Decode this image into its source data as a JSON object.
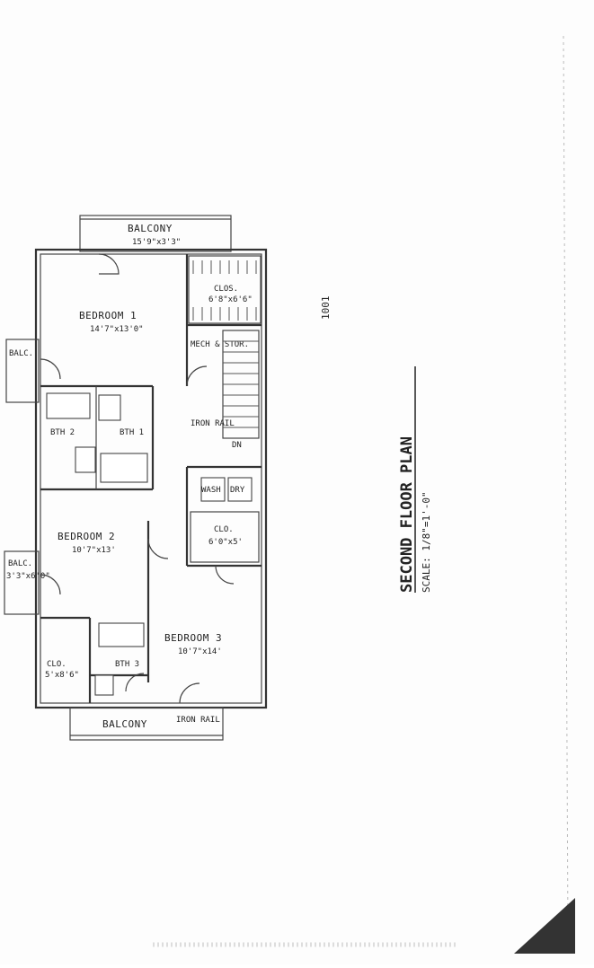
{
  "plan": {
    "title": "SECOND FLOOR PLAN",
    "scale": "SCALE: 1/8\"=1'-0\"",
    "handwritten_note": "1001"
  },
  "rooms": {
    "balcony_top": {
      "name": "BALCONY",
      "size": "15'9\"x3'3\""
    },
    "bedroom1": {
      "name": "BEDROOM 1",
      "size": "14'7\"x13'0\""
    },
    "closet1": {
      "name": "CLOS.",
      "size": "6'8\"x6'6\""
    },
    "mech": {
      "name": "MECH & STOR."
    },
    "balc_left_top": {
      "name": "BALC."
    },
    "bath1": {
      "name": "BTH 1"
    },
    "bath2": {
      "name": "BTH 2"
    },
    "iron_rail_stair": {
      "name": "IRON RAIL"
    },
    "dn": {
      "name": "DN"
    },
    "wash": {
      "name": "WASH"
    },
    "dry": {
      "name": "DRY"
    },
    "closet_mid": {
      "name": "CLO.",
      "size": "6'0\"x5'"
    },
    "bedroom2": {
      "name": "BEDROOM 2",
      "size": "10'7\"x13'"
    },
    "balc_left_bottom": {
      "name": "BALC.",
      "size": "3'3\"x6'0\""
    },
    "bedroom3": {
      "name": "BEDROOM 3",
      "size": "10'7\"x14'"
    },
    "closet_bottom": {
      "name": "CLO.",
      "size": "5'x8'6\""
    },
    "bath3": {
      "name": "BTH 3"
    },
    "balcony_bottom": {
      "name": "BALCONY"
    },
    "iron_rail_balcony": {
      "name": "IRON RAIL"
    }
  }
}
